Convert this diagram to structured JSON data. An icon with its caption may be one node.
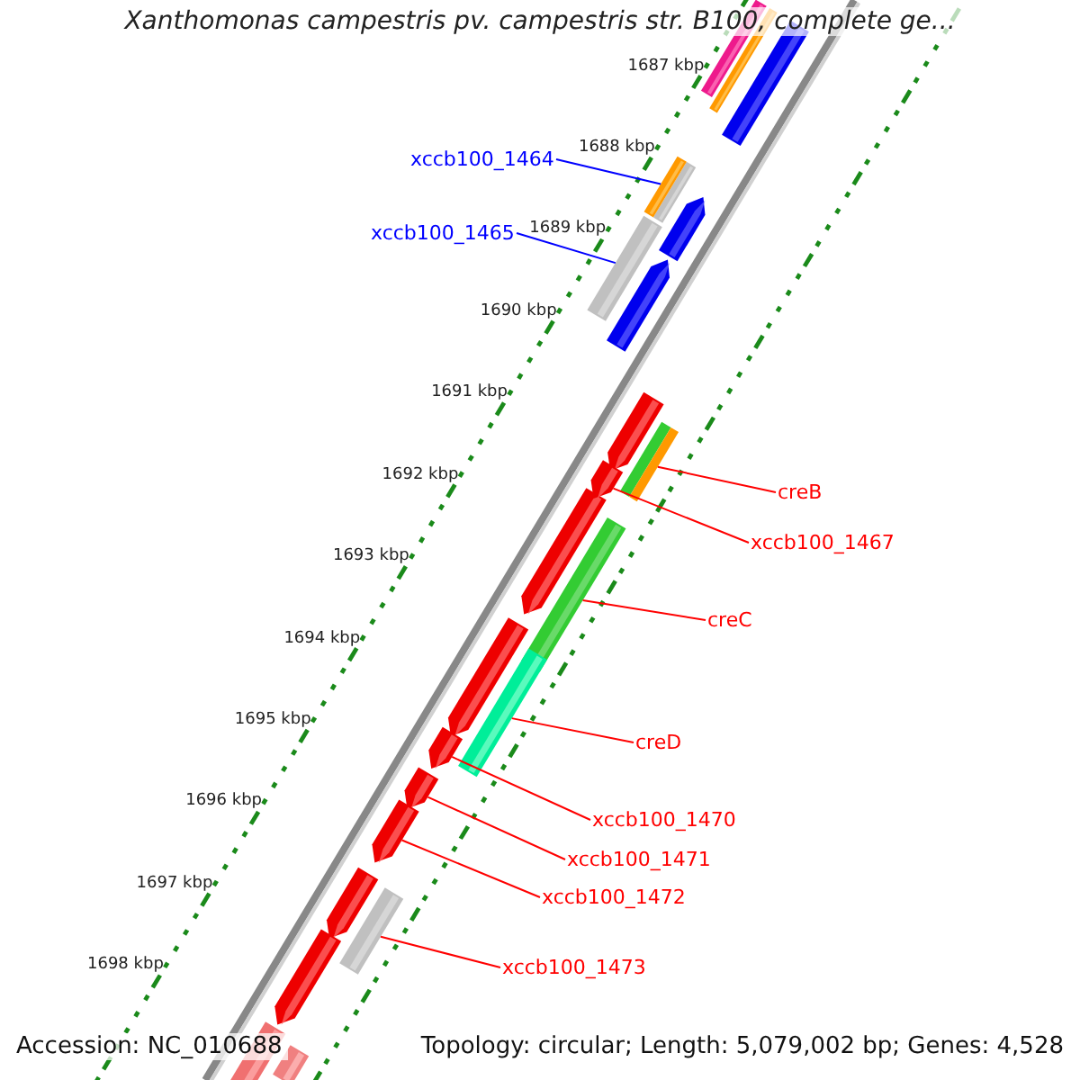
{
  "diagram": {
    "title": "Xanthomonas campestris pv. campestris str. B100, complete ge...",
    "nodes": [
      {
        "text": [
          "xccb100_1464"
        ]
      },
      {
        "text": [
          "xccb100_1465"
        ]
      },
      {
        "text": [
          "creB"
        ]
      },
      {
        "text": [
          "xccb100_1467"
        ]
      },
      {
        "text": [
          "creC"
        ]
      },
      {
        "text": [
          "creD"
        ]
      },
      {
        "text": [
          "xccb100_1470"
        ]
      },
      {
        "text": [
          "xccb100_1471"
        ]
      },
      {
        "text": [
          "xccb100_1472"
        ]
      },
      {
        "text": [
          "xccb100_1473"
        ]
      },
      {
        "text": [],
        "shape": "bar"
      },
      {
        "text": [],
        "shape": "bar"
      },
      {
        "text": [],
        "shape": "bar"
      },
      {
        "text": [],
        "shape": "bar"
      },
      {
        "text": [],
        "shape": "bar"
      },
      {
        "text": [],
        "shape": "bar"
      },
      {
        "text": [],
        "shape": "bar"
      },
      {
        "text": [],
        "shape": "bar"
      },
      {
        "text": [],
        "shape": "bar"
      },
      {
        "text": [],
        "shape": "bar"
      }
    ],
    "edges": [
      {
        "from": 0,
        "to": 10,
        "arrow": "none",
        "color": "#0000ff"
      },
      {
        "from": 1,
        "to": 11,
        "arrow": "none",
        "color": "#0000ff"
      },
      {
        "from": 2,
        "to": 12,
        "arrow": "none"
      },
      {
        "from": 3,
        "to": 13,
        "arrow": "none"
      },
      {
        "from": 4,
        "to": 14,
        "arrow": "none"
      },
      {
        "from": 5,
        "to": 15,
        "arrow": "none"
      },
      {
        "from": 6,
        "to": 16,
        "arrow": "none"
      },
      {
        "from": 7,
        "to": 17,
        "arrow": "none"
      },
      {
        "from": 8,
        "to": 18,
        "arrow": "none"
      },
      {
        "from": 9,
        "to": 19,
        "arrow": "none"
      }
    ],
    "labels": [
      "1687 kbp",
      "1688 kbp",
      "1689 kbp",
      "1690 kbp",
      "1691 kbp",
      "1692 kbp",
      "1693 kbp",
      "1694 kbp",
      "1695 kbp",
      "1696 kbp",
      "1697 kbp",
      "1698 kbp",
      "Accession: NC_010688",
      "Topology: circular; Length: 5,079,002 bp; Genes: 4,528"
    ]
  }
}
